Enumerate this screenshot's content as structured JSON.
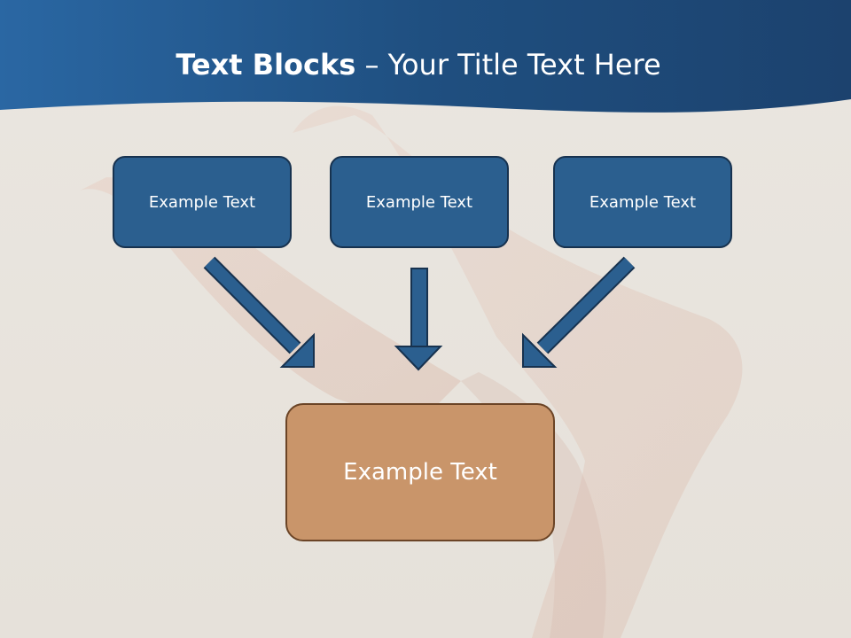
{
  "title": {
    "bold": "Text Blocks",
    "rest": " – Your Title Text Here"
  },
  "blocks": [
    {
      "label": "Example Text"
    },
    {
      "label": "Example Text"
    },
    {
      "label": "Example Text"
    }
  ],
  "target": {
    "label": "Example Text"
  },
  "colors": {
    "header": "#1f4f80",
    "block_fill": "#2b5f8f",
    "block_border": "#17324f",
    "target_fill": "#c9956a",
    "target_border": "#6b4426",
    "arrow": "#2b5f8f"
  }
}
